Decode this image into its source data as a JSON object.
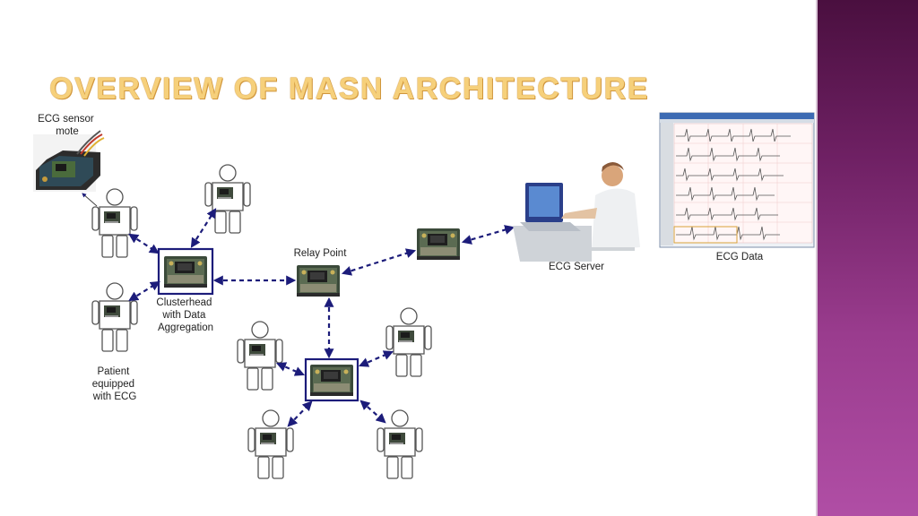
{
  "slide": {
    "title": "Overview of MASN Architecture"
  },
  "labels": {
    "sensor_mote": [
      "ECG sensor",
      "mote"
    ],
    "clusterhead": [
      "Clusterhead",
      "with Data",
      "Aggregation"
    ],
    "relay_point": "Relay Point",
    "patient": [
      "Patient",
      "equipped",
      "with ECG"
    ],
    "ecg_server": "ECG Server",
    "ecg_data": "ECG Data"
  },
  "colors": {
    "title": "#f6d07b",
    "arrow": "#1c1c7a",
    "cluster_box": "#1c1c7a",
    "sidebar": "#7a2a6e"
  }
}
